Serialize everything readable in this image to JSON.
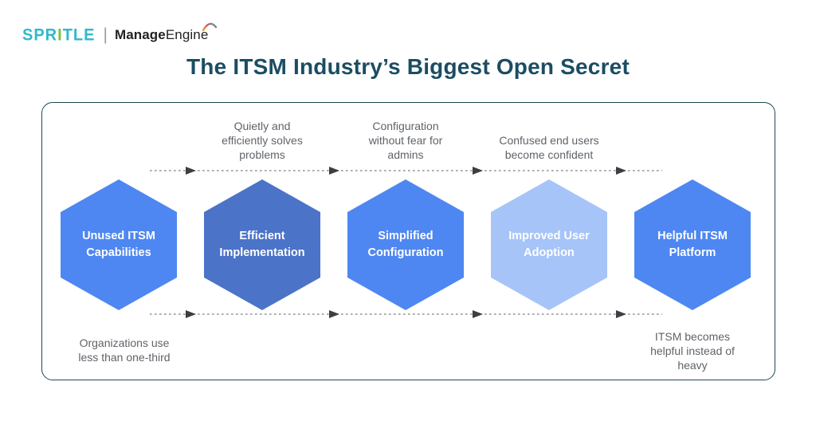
{
  "logo": {
    "spritle": {
      "segments": [
        {
          "text": "SPR",
          "color": "#2fb9cb"
        },
        {
          "text": "I",
          "color": "#7bc043"
        },
        {
          "text": "TLE",
          "color": "#2fb9cb"
        }
      ]
    },
    "divider": "|",
    "manageengine": {
      "bold_part": "Manage",
      "regular_part": "Engine",
      "text_color": "#232323",
      "swoosh_colors": [
        "#f6a21d",
        "#e8484b",
        "#2ab4c0"
      ]
    }
  },
  "title": {
    "text": "The ITSM Industry’s Biggest Open Secret",
    "color": "#1b4d63"
  },
  "diagram": {
    "panel_border_color": "#1d4857",
    "arrow_line_color": "#8f9399",
    "arrowhead_color": "#3b3e42",
    "note_color": "#5f6368",
    "label_color": "#ffffff",
    "steps": [
      {
        "label": "Unused ITSM\nCapabilities",
        "hex_color": "#4e87f1",
        "note": "Organizations use\nless than one-third",
        "note_position": "below"
      },
      {
        "label": "Efficient\nImplementation",
        "hex_color": "#4b73c8",
        "note": "Quietly and\nefficiently solves\nproblems",
        "note_position": "above"
      },
      {
        "label": "Simplified\nConfiguration",
        "hex_color": "#4e87f1",
        "note": "Configuration\nwithout fear for\nadmins",
        "note_position": "above"
      },
      {
        "label": "Improved User\nAdoption",
        "hex_color": "#a6c4f8",
        "note": "Confused end users\nbecome confident",
        "note_position": "above"
      },
      {
        "label": "Helpful ITSM\nPlatform",
        "hex_color": "#4e87f1",
        "note": "ITSM becomes\nhelpful instead of\nheavy",
        "note_position": "below"
      }
    ]
  }
}
